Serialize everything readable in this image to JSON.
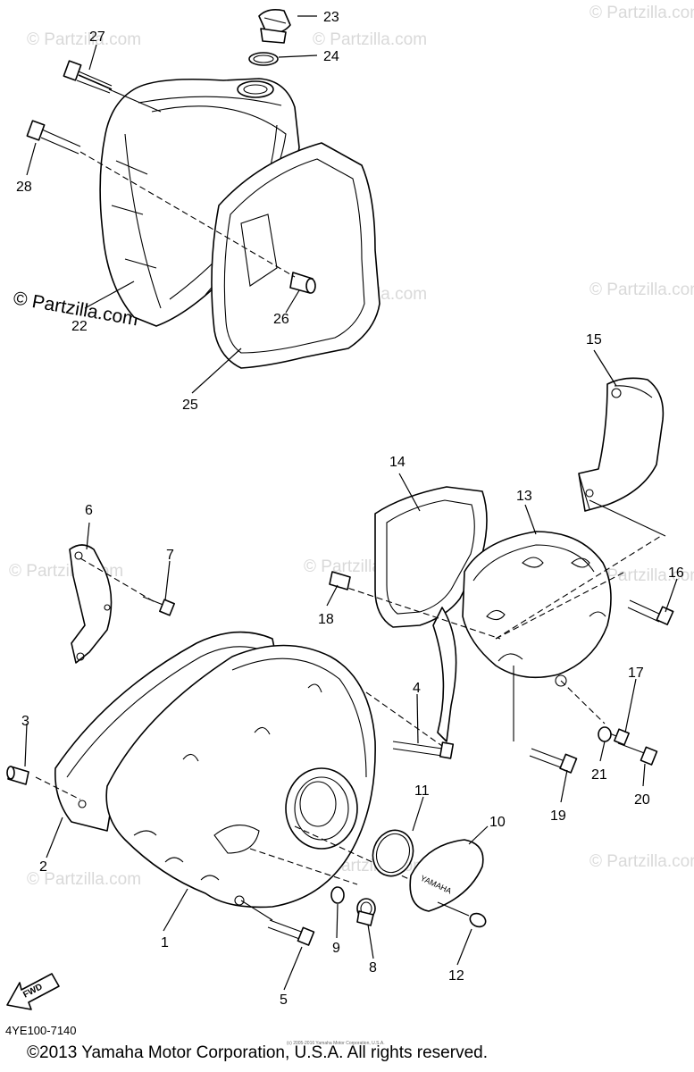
{
  "watermark": "© Partzilla.com",
  "callouts": [
    "1",
    "2",
    "3",
    "4",
    "5",
    "6",
    "7",
    "8",
    "9",
    "10",
    "11",
    "12",
    "13",
    "14",
    "15",
    "16",
    "17",
    "18",
    "19",
    "20",
    "21",
    "22",
    "23",
    "24",
    "25",
    "26",
    "27",
    "28"
  ],
  "diagram_code": "4YE100-7140",
  "copyright": "©2013 Yamaha Motor Corporation, U.S.A. All rights reserved.",
  "small_copyright": "(c) 2005-2016 Yamaha Motor Corporation, U.S.A.",
  "fwd_label": "FWD",
  "emblem_text": "YAMAHA"
}
